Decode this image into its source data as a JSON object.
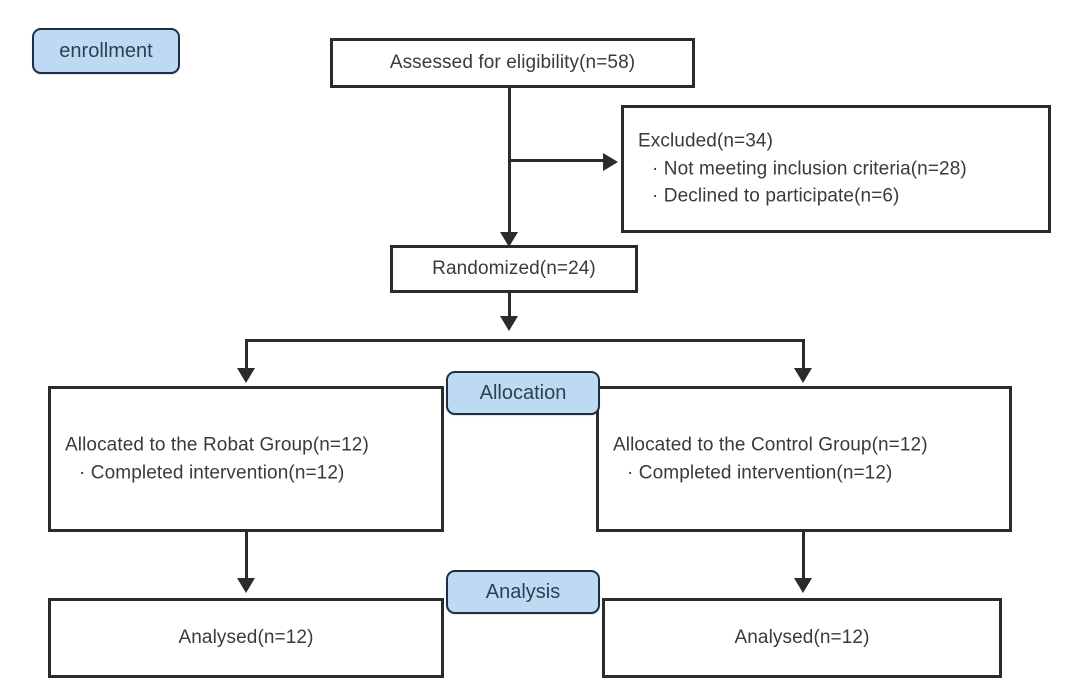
{
  "diagram": {
    "type": "consort-flow-diagram",
    "title": "CONSORT participant flow",
    "colors": {
      "badge_fill": "#bed9f2",
      "badge_border": "#1d2f45",
      "box_border": "#2b2b2b",
      "text": "#3a3a3a",
      "background": "#ffffff"
    }
  },
  "stages": {
    "enrollment_label": "enrollment",
    "allocation_label": "Allocation",
    "analysis_label": "Analysis"
  },
  "nodes": {
    "assessed": {
      "text": "Assessed for eligibility(n=58)",
      "n": 58
    },
    "excluded": {
      "heading": "Excluded(n=34)",
      "n": 34,
      "reasons": [
        "· Not meeting inclusion criteria(n=28)",
        "· Declined to participate(n=6)"
      ]
    },
    "randomized": {
      "text": "Randomized(n=24)",
      "n": 24
    },
    "allocated_left": {
      "heading": "Allocated to the Robat Group(n=12)",
      "detail": "· Completed intervention(n=12)",
      "n": 12
    },
    "allocated_right": {
      "heading": "Allocated to the Control Group(n=12)",
      "detail": "· Completed intervention(n=12)",
      "n": 12
    },
    "analysed_left": {
      "text": "Analysed(n=12)",
      "n": 12
    },
    "analysed_right": {
      "text": "Analysed(n=12)",
      "n": 12
    }
  }
}
